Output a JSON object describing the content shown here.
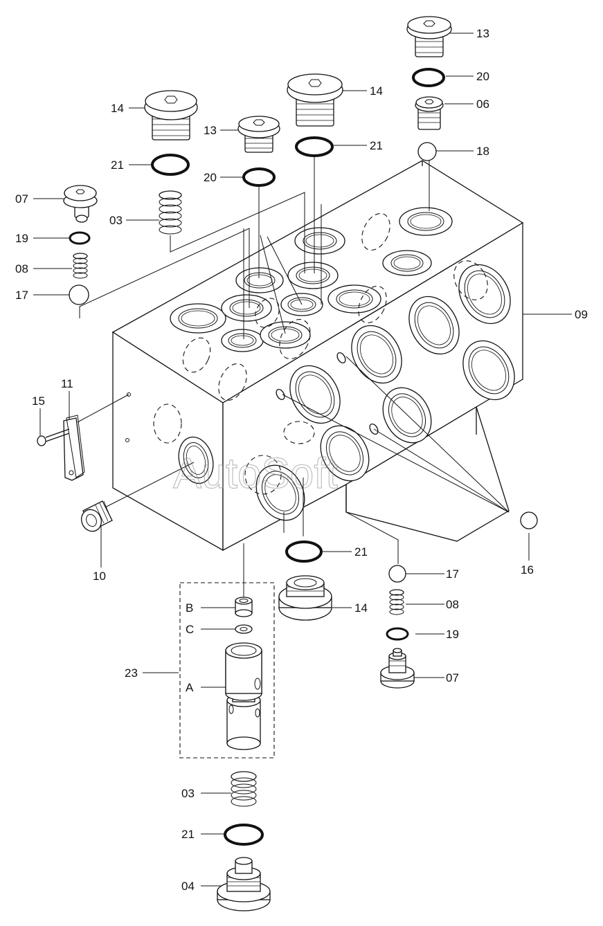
{
  "watermark": "AutoSoft",
  "labels": {
    "p13_top": "13",
    "p20_top": "20",
    "p06": "06",
    "p18": "18",
    "p14_mid": "14",
    "p21_mid": "21",
    "p14_left": "14",
    "p13_mid": "13",
    "p21_left": "21",
    "p20_mid": "20",
    "p07_left": "07",
    "p03_left": "03",
    "p19_left": "19",
    "p08_left": "08",
    "p17_left": "17",
    "p09": "09",
    "p11": "11",
    "p15": "15",
    "p10": "10",
    "p16": "16",
    "p21_low": "21",
    "p17_right": "17",
    "p14_low": "14",
    "p08_right": "08",
    "p19_right": "19",
    "p07_right": "07",
    "pB": "B",
    "pC": "C",
    "p23": "23",
    "pA": "A",
    "p03_bottom": "03",
    "p21_bottom": "21",
    "p04": "04"
  }
}
